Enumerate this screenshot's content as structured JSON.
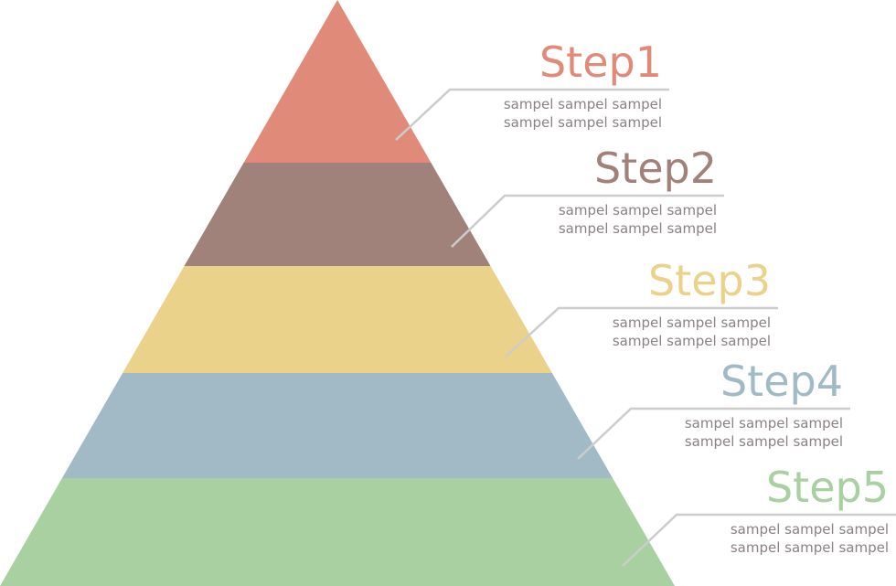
{
  "steps": [
    {
      "title": "Step1",
      "line1": "sampel sampel sampel",
      "line2": "sampel sampel sampel",
      "color": "#e08b7a"
    },
    {
      "title": "Step2",
      "line1": "sampel sampel sampel",
      "line2": "sampel sampel sampel",
      "color": "#a1827b"
    },
    {
      "title": "Step3",
      "line1": "sampel sampel sampel",
      "line2": "sampel sampel sampel",
      "color": "#ebd28b"
    },
    {
      "title": "Step4",
      "line1": "sampel sampel sampel",
      "line2": "sampel sampel sampel",
      "color": "#a1bac6"
    },
    {
      "title": "Step5",
      "line1": "sampel sampel sampel",
      "line2": "sampel sampel sampel",
      "color": "#a8d0a0"
    }
  ],
  "leader_color": "#cccccc"
}
